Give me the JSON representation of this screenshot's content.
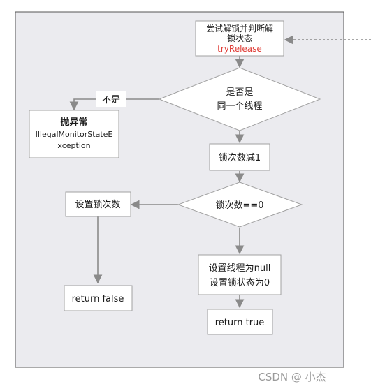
{
  "nodes": {
    "try_release": {
      "line1": "尝试解锁并判断解",
      "line2": "锁状态",
      "method": "tryRelease"
    },
    "same_thread": {
      "line1": "是否是",
      "line2": "同一个线程"
    },
    "throw_exception": {
      "title": "抛异常",
      "line1": "IllegalMonitorStateE",
      "line2": "xception"
    },
    "decrement": {
      "label": "锁次数减1"
    },
    "is_zero": {
      "label": "锁次数==0"
    },
    "set_count": {
      "label": "设置锁次数"
    },
    "return_false": {
      "label": "return false"
    },
    "set_thread_null": {
      "line1": "设置线程为null",
      "line2": "设置锁状态为0"
    },
    "return_true": {
      "label": "return true"
    }
  },
  "edges": {
    "not_same": {
      "label": "不是"
    }
  },
  "watermark": {
    "text": "CSDN @ 小杰"
  },
  "colors": {
    "panel": "#ebebef",
    "panel_border": "#555555",
    "node_fill": "#ffffff",
    "node_border": "#a0a0a0",
    "arrow": "#8a8a8a",
    "accent_red": "#e0403a"
  }
}
